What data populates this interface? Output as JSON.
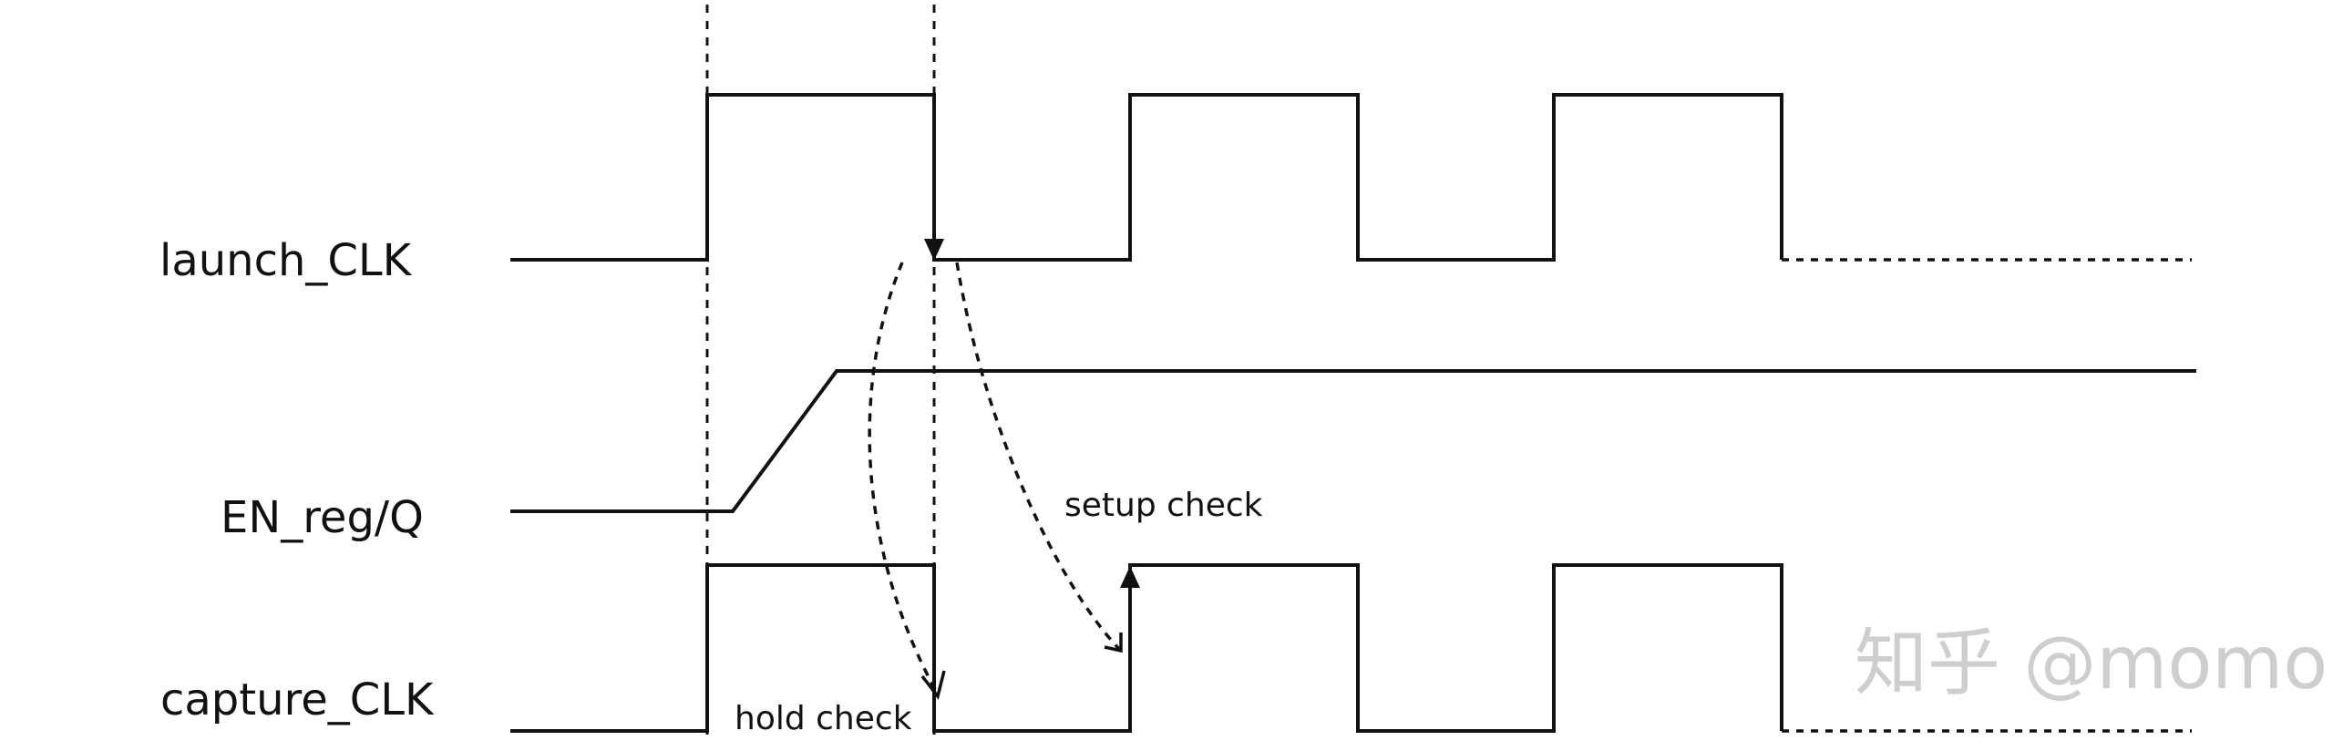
{
  "signals": {
    "launch_clk": "launch_CLK",
    "en_reg_q": "EN_reg/Q",
    "capture_clk": "capture_CLK"
  },
  "annotations": {
    "setup_check": "setup check",
    "hold_check": "hold check"
  },
  "watermark": "知乎 @momo"
}
